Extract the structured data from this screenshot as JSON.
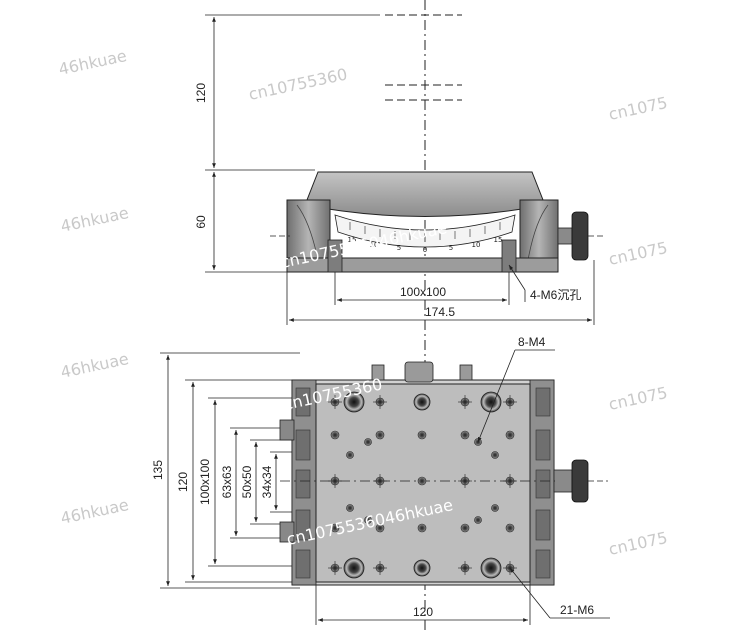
{
  "dimensions": {
    "height_top": "120",
    "height_stage": "60",
    "hole_spacing": "100x100",
    "total_width": "174.5",
    "mount_holes": "4-M6沉孔",
    "thread_holes_top": "8-M4",
    "thread_holes_bottom": "21-M6",
    "total_depth": "135",
    "depth_120": "120",
    "pattern_100": "100x100",
    "pattern_63": "63x63",
    "pattern_50": "50x50",
    "pattern_34": "34x34",
    "width_120": "120"
  },
  "scale": {
    "ticks": [
      "15",
      "10",
      "5",
      "0",
      "5",
      "10",
      "15"
    ]
  },
  "watermarks": {
    "brand": "46hkuae",
    "shop_a": "cn10755360",
    "shop_b": "cn1075",
    "shop_c": "cn10755360",
    "shop_d": "cn1075",
    "overlay_a": "cn1075536046hkuae",
    "overlay_b": "cn10755360",
    "overlay_c": "cn1075536046hkuae",
    "overlay_d": "cn1075536046hkuae",
    "overlay_e": "46hkuae",
    "overlay_f": "46hkuae",
    "overlay_g": "46hkuae"
  },
  "colors": {
    "line": "#222222",
    "body_dark": "#8a8a8a",
    "body_mid": "#a8a8a8",
    "body_light": "#c8c8c8",
    "scale_face": "#f4f4f4"
  }
}
